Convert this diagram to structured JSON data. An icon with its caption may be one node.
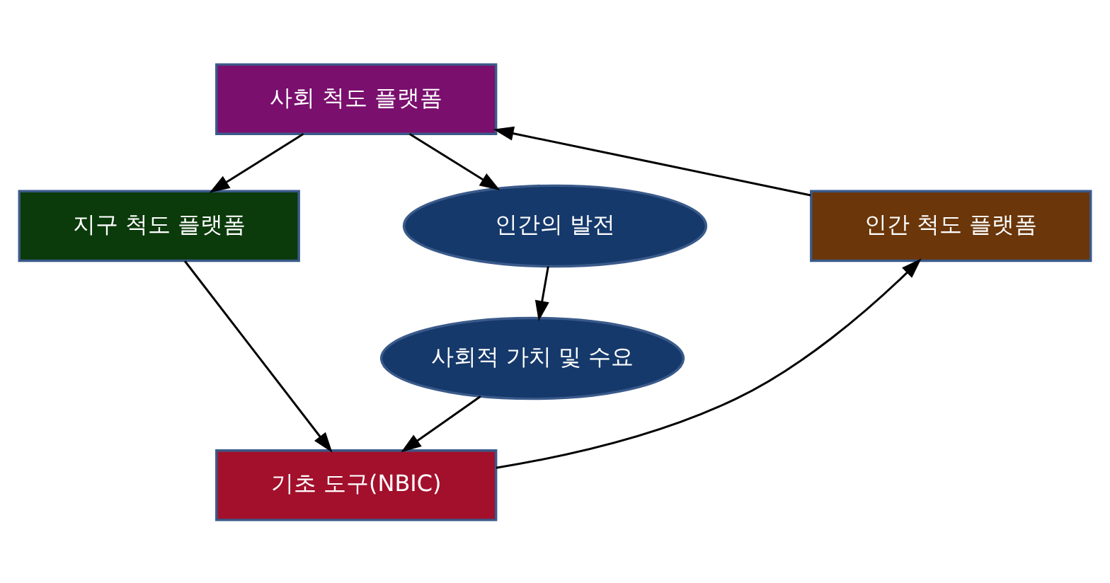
{
  "diagram": {
    "nodes": [
      {
        "text": [
          "사회 척도 플랫폼"
        ]
      },
      {
        "text": [
          "지구 척도 플랫폼"
        ]
      },
      {
        "text": [
          "인간의 발전"
        ]
      },
      {
        "text": [
          "사회적 가치 및 수요"
        ]
      },
      {
        "text": [
          "인간 척도 플랫폼"
        ]
      },
      {
        "text": [
          "기초 도구(NBIC)"
        ]
      }
    ],
    "edges": [
      {
        "from": 0,
        "to": 1,
        "arrow": "to"
      },
      {
        "from": 1,
        "to": 5,
        "arrow": "to"
      },
      {
        "from": 5,
        "to": 4,
        "arrow": "to"
      },
      {
        "from": 4,
        "to": 0,
        "arrow": "to"
      },
      {
        "from": 0,
        "to": 2,
        "arrow": "to"
      },
      {
        "from": 2,
        "to": 3,
        "arrow": "to"
      },
      {
        "from": 3,
        "to": 5,
        "arrow": "to"
      }
    ]
  }
}
